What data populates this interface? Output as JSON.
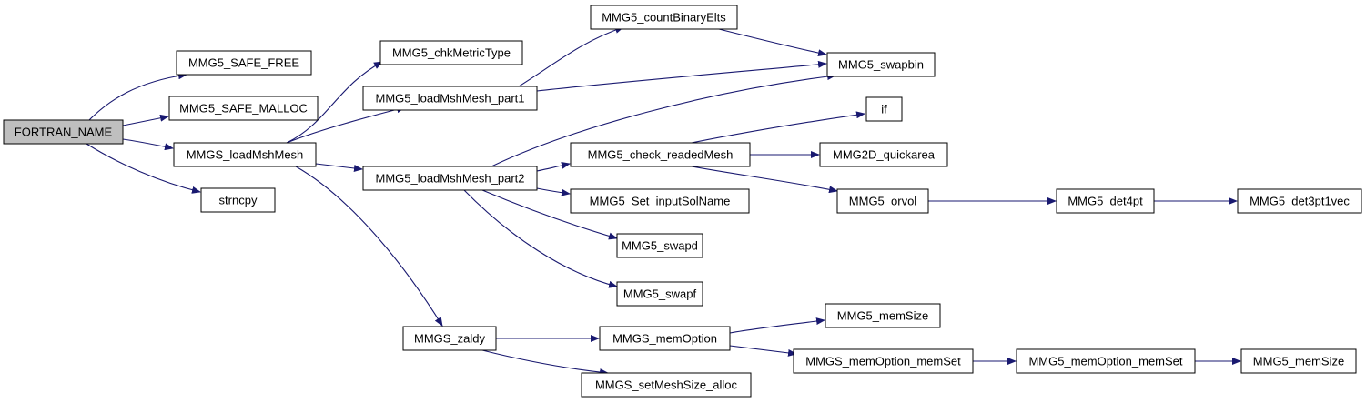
{
  "graph": {
    "edge_color": "#191970",
    "root_fill": "#bfbfbf",
    "node_fill": "#ffffff",
    "nodes": [
      {
        "id": "n_fortran",
        "label": "FORTRAN_NAME",
        "root": true
      },
      {
        "id": "n_safe_free",
        "label": "MMG5_SAFE_FREE"
      },
      {
        "id": "n_safe_malloc",
        "label": "MMG5_SAFE_MALLOC"
      },
      {
        "id": "n_loadmsh",
        "label": "MMGS_loadMshMesh"
      },
      {
        "id": "n_strncpy",
        "label": "strncpy"
      },
      {
        "id": "n_chkmetric",
        "label": "MMG5_chkMetricType"
      },
      {
        "id": "n_part1",
        "label": "MMG5_loadMshMesh_part1"
      },
      {
        "id": "n_part2",
        "label": "MMG5_loadMshMesh_part2"
      },
      {
        "id": "n_zaldy",
        "label": "MMGS_zaldy"
      },
      {
        "id": "n_countbin",
        "label": "MMG5_countBinaryElts"
      },
      {
        "id": "n_swapbin",
        "label": "MMG5_swapbin"
      },
      {
        "id": "n_if",
        "label": "if"
      },
      {
        "id": "n_check",
        "label": "MMG5_check_readedMesh"
      },
      {
        "id": "n_quickarea",
        "label": "MMG2D_quickarea"
      },
      {
        "id": "n_setinput",
        "label": "MMG5_Set_inputSolName"
      },
      {
        "id": "n_orvol",
        "label": "MMG5_orvol"
      },
      {
        "id": "n_det4pt",
        "label": "MMG5_det4pt"
      },
      {
        "id": "n_det3pt",
        "label": "MMG5_det3pt1vec"
      },
      {
        "id": "n_swapd",
        "label": "MMG5_swapd"
      },
      {
        "id": "n_swapf",
        "label": "MMG5_swapf"
      },
      {
        "id": "n_memoption",
        "label": "MMGS_memOption"
      },
      {
        "id": "n_memsize1",
        "label": "MMG5_memSize"
      },
      {
        "id": "n_memoptset",
        "label": "MMGS_memOption_memSet"
      },
      {
        "id": "n_mmg5memoptset",
        "label": "MMG5_memOption_memSet"
      },
      {
        "id": "n_memsize2",
        "label": "MMG5_memSize"
      },
      {
        "id": "n_setmeshsize",
        "label": "MMGS_setMeshSize_alloc"
      }
    ],
    "edges": [
      [
        "n_fortran",
        "n_safe_free"
      ],
      [
        "n_fortran",
        "n_safe_malloc"
      ],
      [
        "n_fortran",
        "n_loadmsh"
      ],
      [
        "n_fortran",
        "n_strncpy"
      ],
      [
        "n_loadmsh",
        "n_chkmetric"
      ],
      [
        "n_loadmsh",
        "n_part1"
      ],
      [
        "n_loadmsh",
        "n_part2"
      ],
      [
        "n_loadmsh",
        "n_zaldy"
      ],
      [
        "n_part1",
        "n_countbin"
      ],
      [
        "n_part1",
        "n_swapbin"
      ],
      [
        "n_countbin",
        "n_swapbin"
      ],
      [
        "n_part2",
        "n_swapbin"
      ],
      [
        "n_part2",
        "n_check"
      ],
      [
        "n_part2",
        "n_setinput"
      ],
      [
        "n_part2",
        "n_swapd"
      ],
      [
        "n_part2",
        "n_swapf"
      ],
      [
        "n_check",
        "n_if"
      ],
      [
        "n_check",
        "n_quickarea"
      ],
      [
        "n_check",
        "n_orvol"
      ],
      [
        "n_orvol",
        "n_det4pt"
      ],
      [
        "n_det4pt",
        "n_det3pt"
      ],
      [
        "n_zaldy",
        "n_memoption"
      ],
      [
        "n_zaldy",
        "n_setmeshsize"
      ],
      [
        "n_memoption",
        "n_memsize1"
      ],
      [
        "n_memoption",
        "n_memoptset"
      ],
      [
        "n_memoptset",
        "n_mmg5memoptset"
      ],
      [
        "n_mmg5memoptset",
        "n_memsize2"
      ]
    ]
  }
}
